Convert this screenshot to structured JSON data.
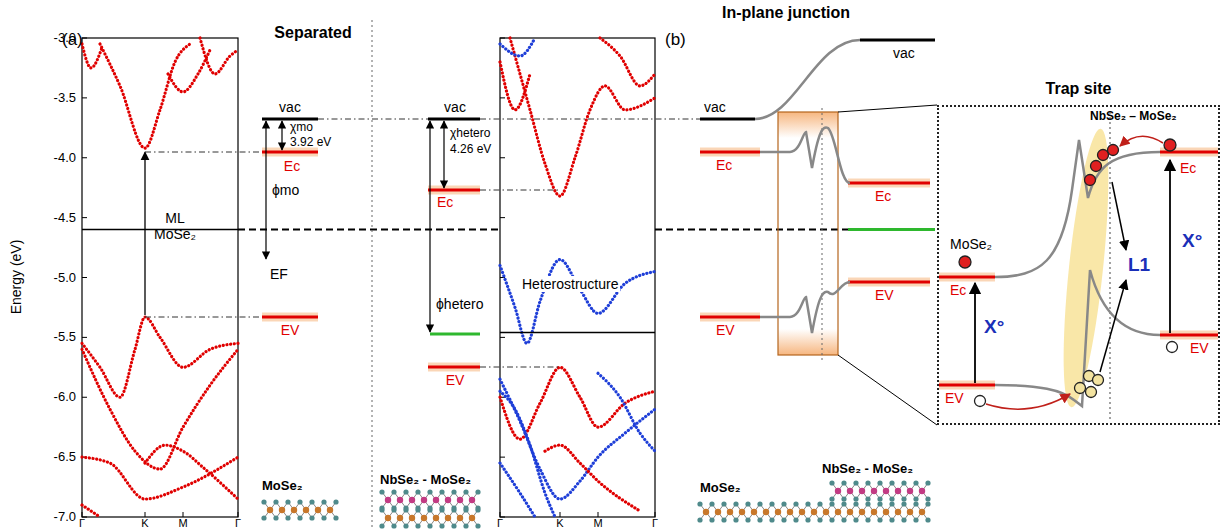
{
  "diagram": {
    "nodes": [
      {
        "text": [
          "Trap site"
        ]
      }
    ],
    "labels": [
      "(a)",
      "Energy (eV)",
      "-3.0",
      "-3.5",
      "-4.0",
      "-4.5",
      "-5.0",
      "-5.5",
      "-6.0",
      "-6.5",
      "-7.0",
      "Γ",
      "K",
      "M",
      "Γ",
      "ML MoSe₂",
      "Separated",
      "vac",
      "χmo",
      "3.92 eV",
      "Ec",
      "ϕmo",
      "EF",
      "EV",
      "vac",
      "χhetero",
      "4.26 eV",
      "Ec",
      "ϕhetero",
      "EV",
      "MoSe₂",
      "NbSe₂ - MoSe₂",
      "Heterostructure",
      "Γ",
      "K",
      "M",
      "Γ",
      "(b)",
      "In-plane junction",
      "vac",
      "vac",
      "Ec",
      "EV",
      "Ec",
      "EV",
      "MoSe₂",
      "NbSe₂ - MoSe₂",
      "NbSe₂ – MoSe₂",
      "MoSe₂",
      "Ec",
      "EV",
      "X°",
      "L1",
      "X°",
      "Ec",
      "EV"
    ]
  }
}
